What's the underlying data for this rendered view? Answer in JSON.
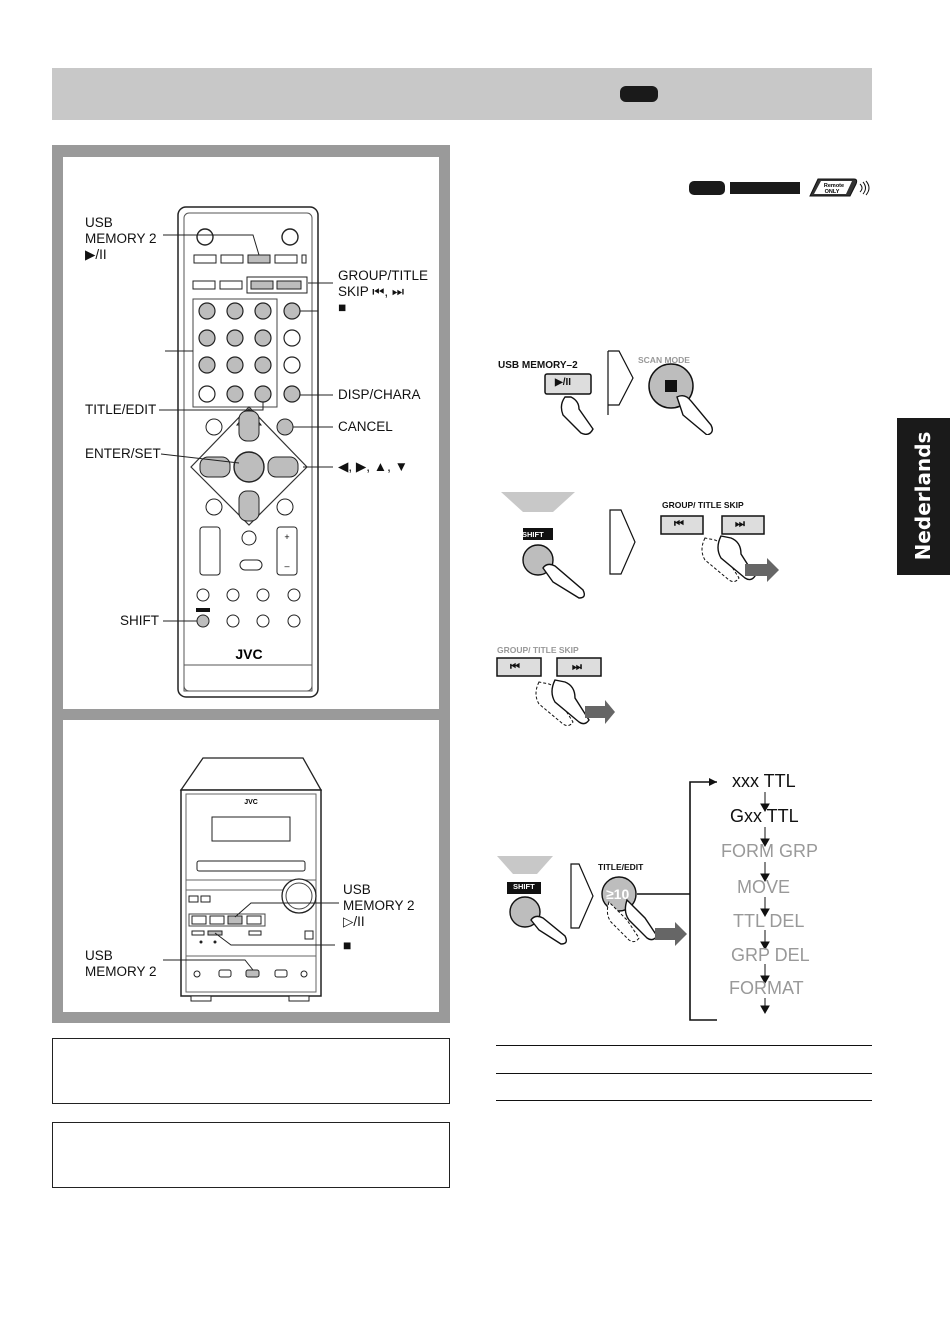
{
  "side_tab": {
    "label": "Nederlands"
  },
  "remote_labels": {
    "usb_memory": "USB\nMEMORY 2\n▶/II",
    "group_title_skip": "GROUP/TITLE\nSKIP ⏮, ⏭\n■",
    "disp_chara": "DISP/CHARA",
    "title_edit": "TITLE/EDIT",
    "cancel": "CANCEL",
    "enter_set": "ENTER/SET",
    "cursor_keys": "◀, ▶, ▲, ▼",
    "shift": "SHIFT",
    "brand": "JVC"
  },
  "unit_labels": {
    "brand": "JVC",
    "usb_memory_play": "USB\nMEMORY 2\n▷/II",
    "stop": "■",
    "usb_memory_port": "USB\nMEMORY 2"
  },
  "mode_badges": {
    "remote_only_line1": "Remote",
    "remote_only_line2": "ONLY"
  },
  "step1": {
    "usb_memory_button": "USB MEMORY–2",
    "play_symbol": "▶/II",
    "scan_mode": "SCAN MODE",
    "stop_symbol": "■"
  },
  "step2": {
    "shift": "SHIFT",
    "group_title_skip": "GROUP/ TITLE SKIP",
    "prev": "⏮",
    "next": "⏭"
  },
  "step3": {
    "group_title_skip": "GROUP/ TITLE SKIP",
    "prev": "⏮",
    "next": "⏭"
  },
  "step4": {
    "shift": "SHIFT",
    "title_edit": "TITLE/EDIT",
    "ten_plus": "≥10",
    "menu": [
      {
        "text": "xxx TTL",
        "dim": false
      },
      {
        "text": "Gxx TTL",
        "dim": false
      },
      {
        "text": "FORM GRP",
        "dim": true
      },
      {
        "text": "MOVE",
        "dim": true
      },
      {
        "text": "TTL DEL",
        "dim": true
      },
      {
        "text": "GRP DEL",
        "dim": true
      },
      {
        "text": "FORMAT",
        "dim": true
      }
    ]
  },
  "colors": {
    "header_grey": "#c8c8c8",
    "frame_grey": "#9a9a9a",
    "key_grey": "#bdbdbd",
    "dim_text": "#999999"
  }
}
